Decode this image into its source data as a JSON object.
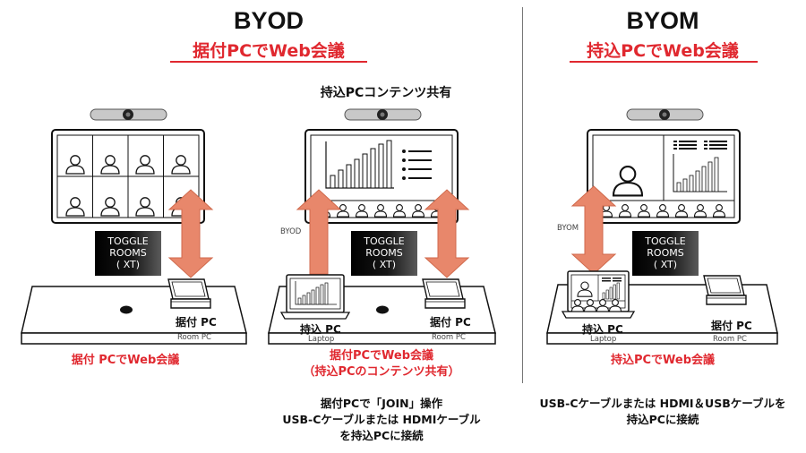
{
  "byod": {
    "heading": "BYOD",
    "subtitle": "据付PCでWeb会議",
    "panel1": {
      "toggle": [
        "TOGGLE",
        "ROOMS",
        "( XT)"
      ],
      "device_label": "据付 PC",
      "device_sublabel": "Room PC",
      "caption": "据付 PCでWeb会議"
    },
    "panel2": {
      "title": "持込PCコンテンツ共有",
      "side_label": "BYOD",
      "toggle": [
        "TOGGLE",
        "ROOMS",
        "( XT)"
      ],
      "laptop_label": "持込 PC",
      "laptop_sublabel": "Laptop",
      "device_label": "据付 PC",
      "device_sublabel": "Room PC",
      "caption_lines": [
        "据付PCでWeb会議",
        "（持込PCのコンテンツ共有）"
      ],
      "note_lines": [
        "据付PCで「JOIN」操作",
        "USB-Cケーブルまたは HDMIケーブル",
        "を持込PCに接続"
      ]
    }
  },
  "byom": {
    "heading": "BYOM",
    "subtitle": "持込PCでWeb会議",
    "panel3": {
      "side_label": "BYOM",
      "toggle": [
        "TOGGLE",
        "ROOMS",
        "( XT)"
      ],
      "laptop_label": "持込 PC",
      "laptop_sublabel": "Laptop",
      "device_label": "据付 PC",
      "device_sublabel": "Room PC",
      "caption": "持込PCでWeb会議",
      "note_lines": [
        "USB-Cケーブルまたは HDMI＆USBケーブルを",
        "持込PCに接続"
      ]
    }
  },
  "colors": {
    "accent_red": "#e0282f",
    "arrow_fill": "#e8876b",
    "ink": "#111111"
  }
}
